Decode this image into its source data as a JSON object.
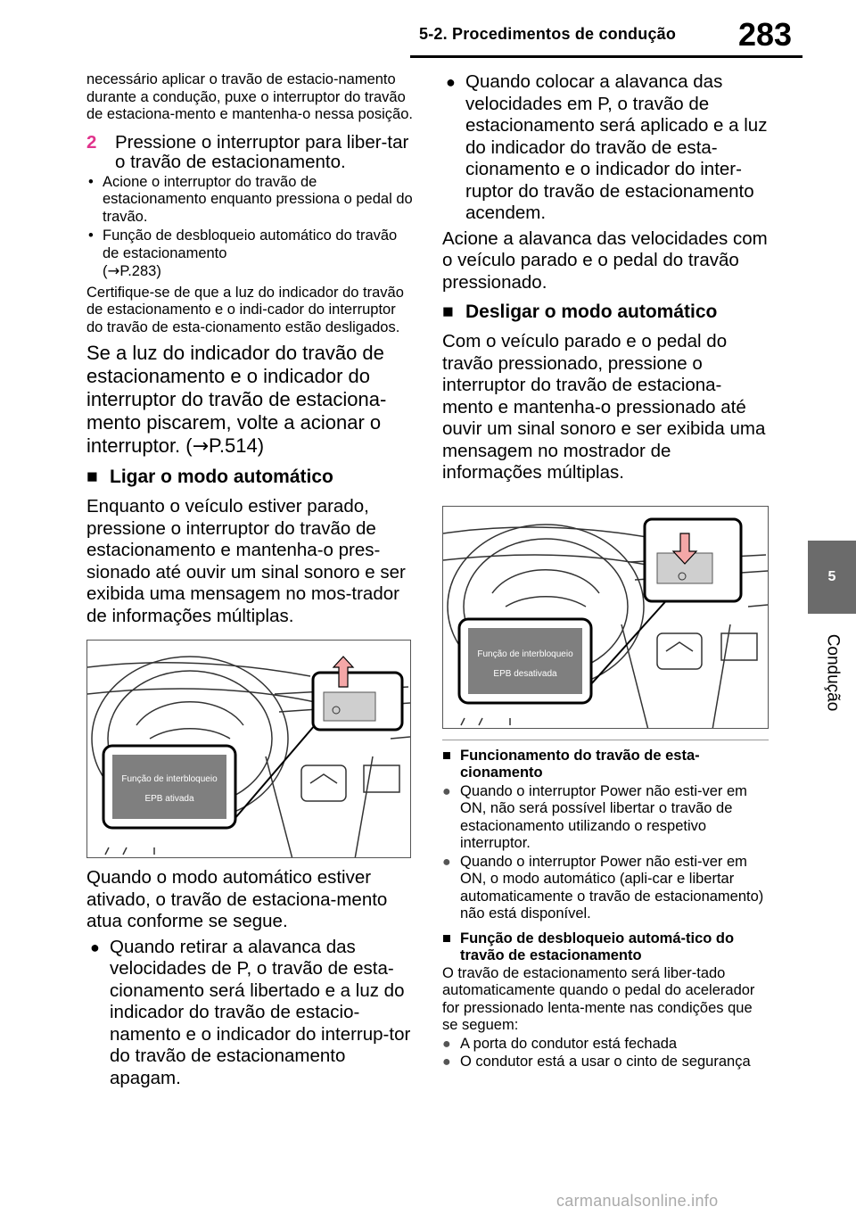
{
  "header": {
    "section": "5-2. Procedimentos de condução",
    "page_number": "283"
  },
  "side_tab": {
    "number": "5",
    "label": "Condução"
  },
  "left": {
    "intro": "necessário aplicar o travão de estacio-namento durante a condução, puxe o interruptor do travão de estaciona-mento e mantenha-o nessa posição.",
    "step2": {
      "num": "2",
      "text": "Pressione o interruptor para liber-tar o travão de estacionamento."
    },
    "bullets": [
      {
        "mark": "•",
        "text": "Acione o interruptor do travão de estacionamento enquanto pressiona o pedal do travão."
      },
      {
        "mark": "•",
        "text": "Função de desbloqueio automático do travão de estacionamento"
      }
    ],
    "bullet2_ref": "P.283)",
    "confirm": "Certifique-se de que a luz do indicador do travão de estacionamento e o indi-cador do interruptor do travão de esta-cionamento estão desligados.",
    "blink": "Se a luz do indicador do travão de estacionamento e o indicador do interruptor do travão de estaciona-mento piscarem, volte a acionar o interruptor. (",
    "blink_ref": "P.514)",
    "section_on": "Ligar o modo automático",
    "on_text": "Enquanto o veículo estiver parado, pressione o interruptor do travão de estacionamento e mantenha-o pres-sionado até ouvir um sinal sonoro e ser exibida uma mensagem no mos-trador de informações múltiplas.",
    "figure_msg1": "Função de interbloqueio",
    "figure_msg2": "EPB ativada",
    "after_fig": "Quando o modo automático estiver ativado, o travão de estaciona-mento atua conforme se segue.",
    "dot1": "Quando retirar a alavanca das velocidades de P, o travão de esta-cionamento será libertado e a luz do indicador do travão de estacio-namento e o indicador do interrup-tor do travão de estacionamento apagam."
  },
  "right": {
    "dot2": "Quando colocar a alavanca das velocidades em P, o travão de estacionamento será aplicado e a luz do indicador do travão de esta-cionamento e o indicador do inter-ruptor do travão de estacionamento acendem.",
    "shift_text": "Acione a alavanca das velocidades com o veículo parado e o pedal do travão pressionado.",
    "section_off": "Desligar o modo automático",
    "off_text": "Com o veículo parado e o pedal do travão pressionado, pressione o interruptor do travão de estaciona-mento e mantenha-o pressionado até ouvir um sinal sonoro e ser exibida uma mensagem no mostrador de informações múltiplas.",
    "figure_msg1": "Função de interbloqueio",
    "figure_msg2": "EPB desativada",
    "note1_head": "Funcionamento do travão de esta-cionamento",
    "note1_items": [
      "Quando o interruptor Power não esti-ver em ON, não será possível libertar o travão de estacionamento utilizando o respetivo interruptor.",
      "Quando o interruptor Power não esti-ver em ON, o modo automático (apli-car e libertar automaticamente o travão de estacionamento) não está disponível."
    ],
    "note2_head": "Função de desbloqueio automá-tico do travão de estacionamento",
    "note2_text": "O travão de estacionamento será liber-tado automaticamente quando o pedal do acelerador for pressionado lenta-mente nas condições que se seguem:",
    "note2_items": [
      "A porta do condutor está fechada",
      "O condutor está a usar o cinto de segurança"
    ]
  },
  "symbols": {
    "square": "■",
    "note_square": "■",
    "dot": "●",
    "note_dot": "●",
    "arrow": "→",
    "paren": "("
  },
  "watermark": "carmanualsonline.info",
  "colors": {
    "step_accent": "#e0348c",
    "side_tab": "#6b6b6b"
  }
}
